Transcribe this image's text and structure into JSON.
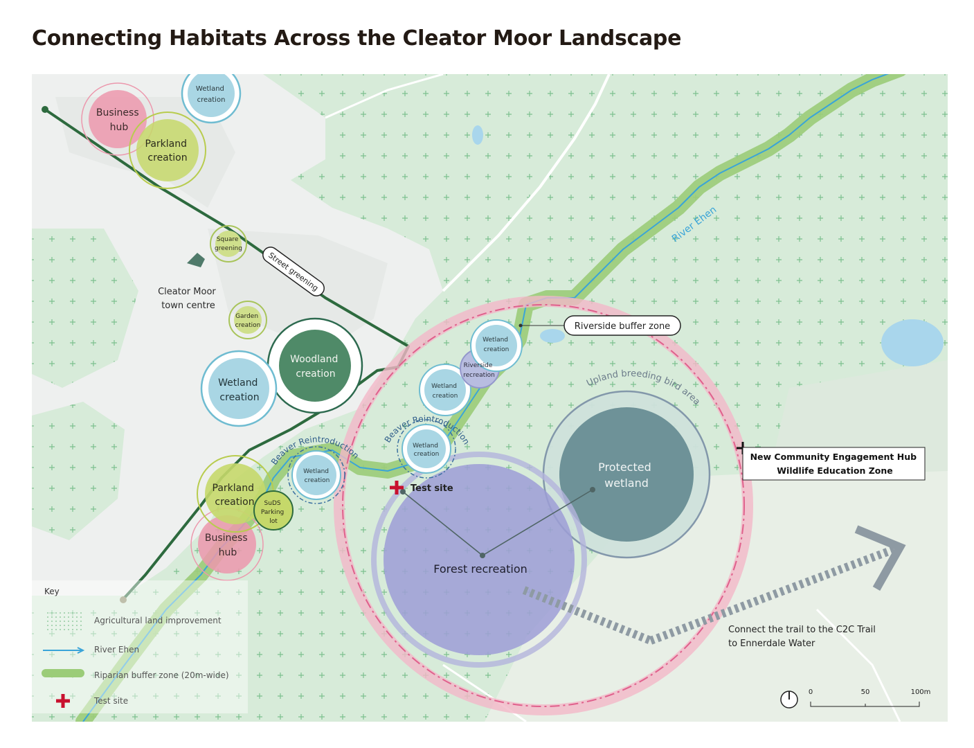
{
  "title": "Connecting Habitats Across the Cleator Moor Landscape",
  "colors": {
    "map_green": "#d7ebd9",
    "urban": "#eef0ef",
    "river": "#3aa4d8",
    "buffer": "#9bcc78",
    "greenway": "#2d6a3e",
    "pink_circle": "#e0608c",
    "forest": "#9e9ed6",
    "protected_wetland": "#6e9298",
    "wetland": "#a9d6e4",
    "parkland": "#c5d86a",
    "business": "#ec98ad",
    "woodland": "#4f8a68",
    "trail_arrow": "#8e9aa3"
  },
  "labels": {
    "business_hub_top": [
      "Business",
      "hub"
    ],
    "parkland_top": [
      "Parkland",
      "creation"
    ],
    "wetland_top": [
      "Wetland",
      "creation"
    ],
    "square_greening": [
      "Square",
      "greening"
    ],
    "street_greening": "Street greening",
    "town_centre": [
      "Cleator Moor",
      "town centre"
    ],
    "garden_creation": [
      "Garden",
      "creation"
    ],
    "woodland_creation": [
      "Woodland",
      "creation"
    ],
    "wetland_mid": [
      "Wetland",
      "creation"
    ],
    "parkland_bottom": [
      "Parkland",
      "creation"
    ],
    "suds": [
      "SuDS",
      "Parking",
      "lot"
    ],
    "business_hub_bottom": [
      "Business",
      "hub"
    ],
    "wetland_beaver1": [
      "Wetland",
      "creation"
    ],
    "beaver_reintroduction_1": "Beaver Reintroduction",
    "beaver_reintroduction_2": "Beaver Reintroduction",
    "wetland_beaver2": [
      "Wetland",
      "creation"
    ],
    "wetland_river1": [
      "Wetland",
      "creation"
    ],
    "riverside_recreation": [
      "Riverside",
      "recreation"
    ],
    "wetland_river2": [
      "Wetland",
      "creation"
    ],
    "riverside_buffer_zone": "Riverside buffer zone",
    "river_ehen": "River Ehen",
    "upland_breeding": "Upland breeding bird area",
    "protected_wetland": [
      "Protected",
      "wetland"
    ],
    "forest_recreation": "Forest recreation",
    "test_site": "Test site",
    "hub": [
      "New Community Engagement Hub",
      "Wildlife Education Zone"
    ],
    "c2c": [
      "Connect the trail to the C2C Trail",
      "to Ennerdale Water"
    ]
  },
  "legend": {
    "title": "Key",
    "items": [
      {
        "label": "Agricultural land improvement",
        "icon": "dots-swatch"
      },
      {
        "label": "River Ehen",
        "icon": "arrow-blue"
      },
      {
        "label": "Riparian buffer zone (20m-wide)",
        "icon": "green-band"
      },
      {
        "label": "Test site",
        "icon": "red-cross"
      }
    ]
  },
  "scale": {
    "ticks": [
      "0",
      "50",
      "100m"
    ]
  }
}
